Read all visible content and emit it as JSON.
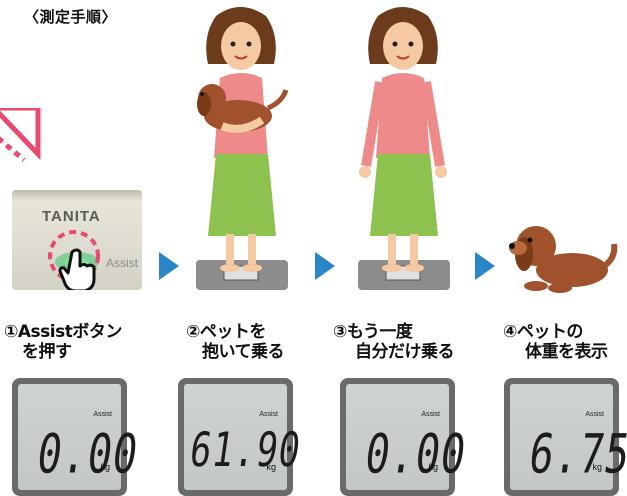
{
  "heading": "〈測定手順〉",
  "device": {
    "brand": "TANITA",
    "assist_label": "Assist"
  },
  "steps": [
    {
      "caption": [
        "①Assistボタン",
        "を押す"
      ]
    },
    {
      "caption": [
        "②ペットを",
        "抱いて乗る"
      ]
    },
    {
      "caption": [
        "③もう一度",
        "自分だけ乗る"
      ]
    },
    {
      "caption": [
        "④ペットの",
        "体重を表示"
      ]
    }
  ],
  "displays": [
    {
      "value": "0.00",
      "assist": "Assist",
      "unit": "kg"
    },
    {
      "value": "61.90",
      "assist": "Assist",
      "unit": "kg"
    },
    {
      "value": "0.00",
      "assist": "Assist",
      "unit": "kg"
    },
    {
      "value": "6.75",
      "assist": "Assist",
      "unit": "kg"
    }
  ],
  "colors": {
    "arrow": "#2a86c8",
    "accent_pink": "#e84b6c",
    "button_green": "#38c76a",
    "blouse": "#ef8a8a",
    "skirt": "#8dc24e",
    "dog": "#a0522d"
  },
  "icons": {
    "pointer": "hand-pointer-icon",
    "arrow": "chevron-right-icon"
  }
}
